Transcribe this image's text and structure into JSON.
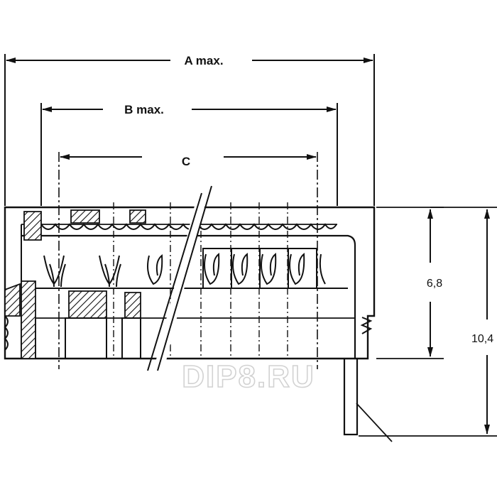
{
  "drawing": {
    "dimension_a": "A max.",
    "dimension_b": "B max.",
    "dimension_c": "C",
    "dimension_height_inner": "6,8",
    "dimension_height_total": "10,4"
  },
  "watermark": "DIP8.RU",
  "colors": {
    "line": "#111111",
    "watermark": "#d2d2d2",
    "background": "#ffffff"
  }
}
